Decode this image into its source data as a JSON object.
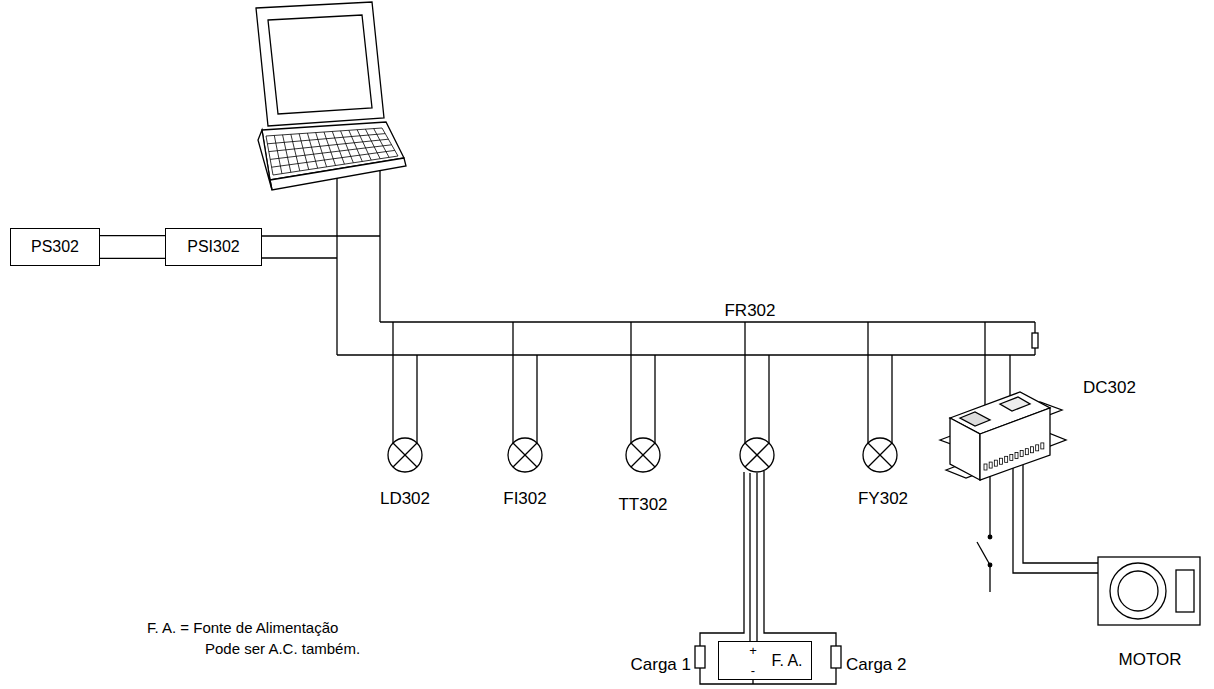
{
  "diagram": {
    "nodes": [
      {
        "text": [
          "PS302"
        ]
      },
      {
        "text": [
          "PSI302"
        ]
      },
      {
        "text": [
          "F. A."
        ]
      }
    ],
    "edges": [
      {
        "from": 0,
        "to": 1,
        "arrow": "none"
      },
      {
        "from": 0,
        "to": 1,
        "arrow": "none"
      }
    ],
    "labels": [
      "FR302",
      "DC302",
      "LD302",
      "FI302",
      "TT302",
      "FY302",
      "MOTOR",
      "+",
      "-",
      "Carga 1",
      "Carga 2",
      "F. A. = Fonte de Alimentação",
      "Pode ser A.C. também."
    ]
  }
}
